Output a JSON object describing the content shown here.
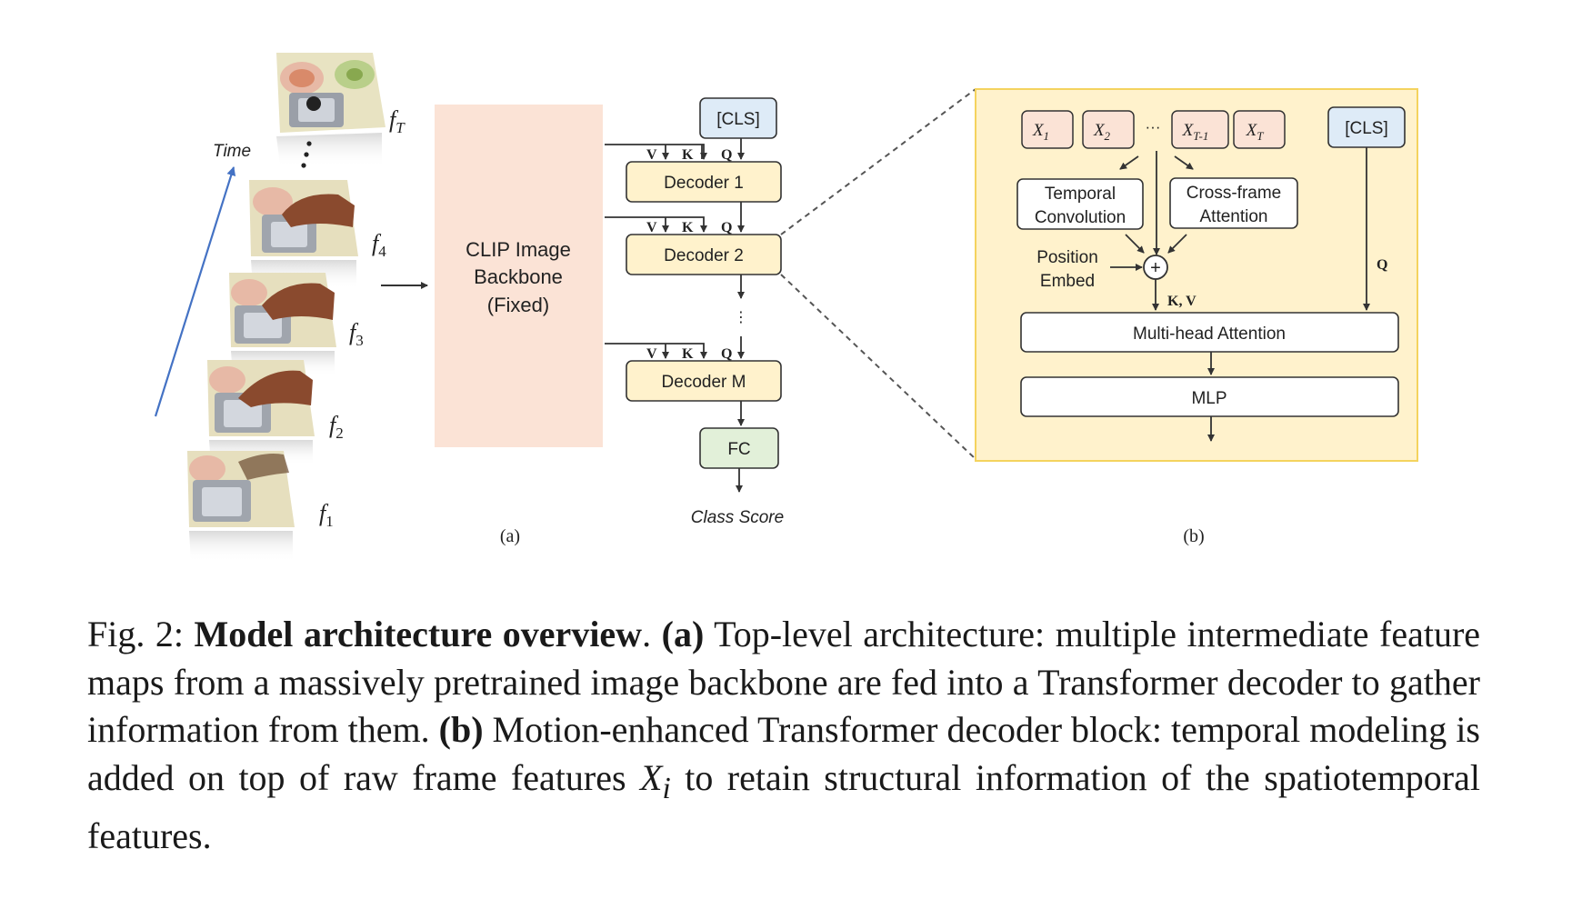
{
  "panel_a": {
    "time_label": "Time",
    "frame_labels": {
      "fT_base": "f",
      "fT_sub": "T",
      "f4_base": "f",
      "f4_sub": "4",
      "f3_base": "f",
      "f3_sub": "3",
      "f2_base": "f",
      "f2_sub": "2",
      "f1_base": "f",
      "f1_sub": "1"
    },
    "backbone_lines": [
      "CLIP Image",
      "Backbone",
      "(Fixed)"
    ],
    "cls_label": "[CLS]",
    "decoders": [
      "Decoder 1",
      "Decoder 2",
      "Decoder M"
    ],
    "vkq": {
      "v": "V",
      "k": "K",
      "q": "Q"
    },
    "fc_label": "FC",
    "output_label": "Class Score",
    "sublabel": "(a)",
    "vdots": "⋮"
  },
  "panel_b": {
    "inputs": [
      {
        "base": "X",
        "sub": "1"
      },
      {
        "base": "X",
        "sub": "2"
      },
      {
        "base": "X",
        "sub": "T-1"
      },
      {
        "base": "X",
        "sub": "T"
      }
    ],
    "ellipsis": "···",
    "cls_label": "[CLS]",
    "temporal_conv": [
      "Temporal",
      "Convolution"
    ],
    "cross_frame": [
      "Cross-frame",
      "Attention"
    ],
    "position_embed": [
      "Position",
      "Embed"
    ],
    "plus": "+",
    "kv_label": "K, V",
    "q_label": "Q",
    "mha_label": "Multi-head Attention",
    "mlp_label": "MLP",
    "sublabel": "(b)"
  },
  "caption": {
    "fig": "Fig. 2: ",
    "title": "Model architecture overview",
    "after_title": ". ",
    "a_tag": "(a)",
    "a_text": " Top-level architecture: multiple intermediate feature maps from a massively pretrained image backbone are fed into a Transformer decoder to gather information from them. ",
    "b_tag": "(b)",
    "b_text": " Motion-enhanced Transformer decoder block: temporal modeling is added on top of raw frame features ",
    "xi_base": "X",
    "xi_sub": "i",
    "end_text": " to retain structural information of the spatiotemporal features."
  },
  "colors": {
    "backbone_fill": "#fbe3d6",
    "decoder_fill": "#fff2cc",
    "cls_fill": "#deebf7",
    "fc_fill": "#e2f0d9",
    "input_fill": "#fbe3d6",
    "panel_b_fill": "#fff2cc",
    "panel_b_border": "#f4d35e",
    "time_arrow": "#4472c4",
    "stroke": "#333333"
  }
}
